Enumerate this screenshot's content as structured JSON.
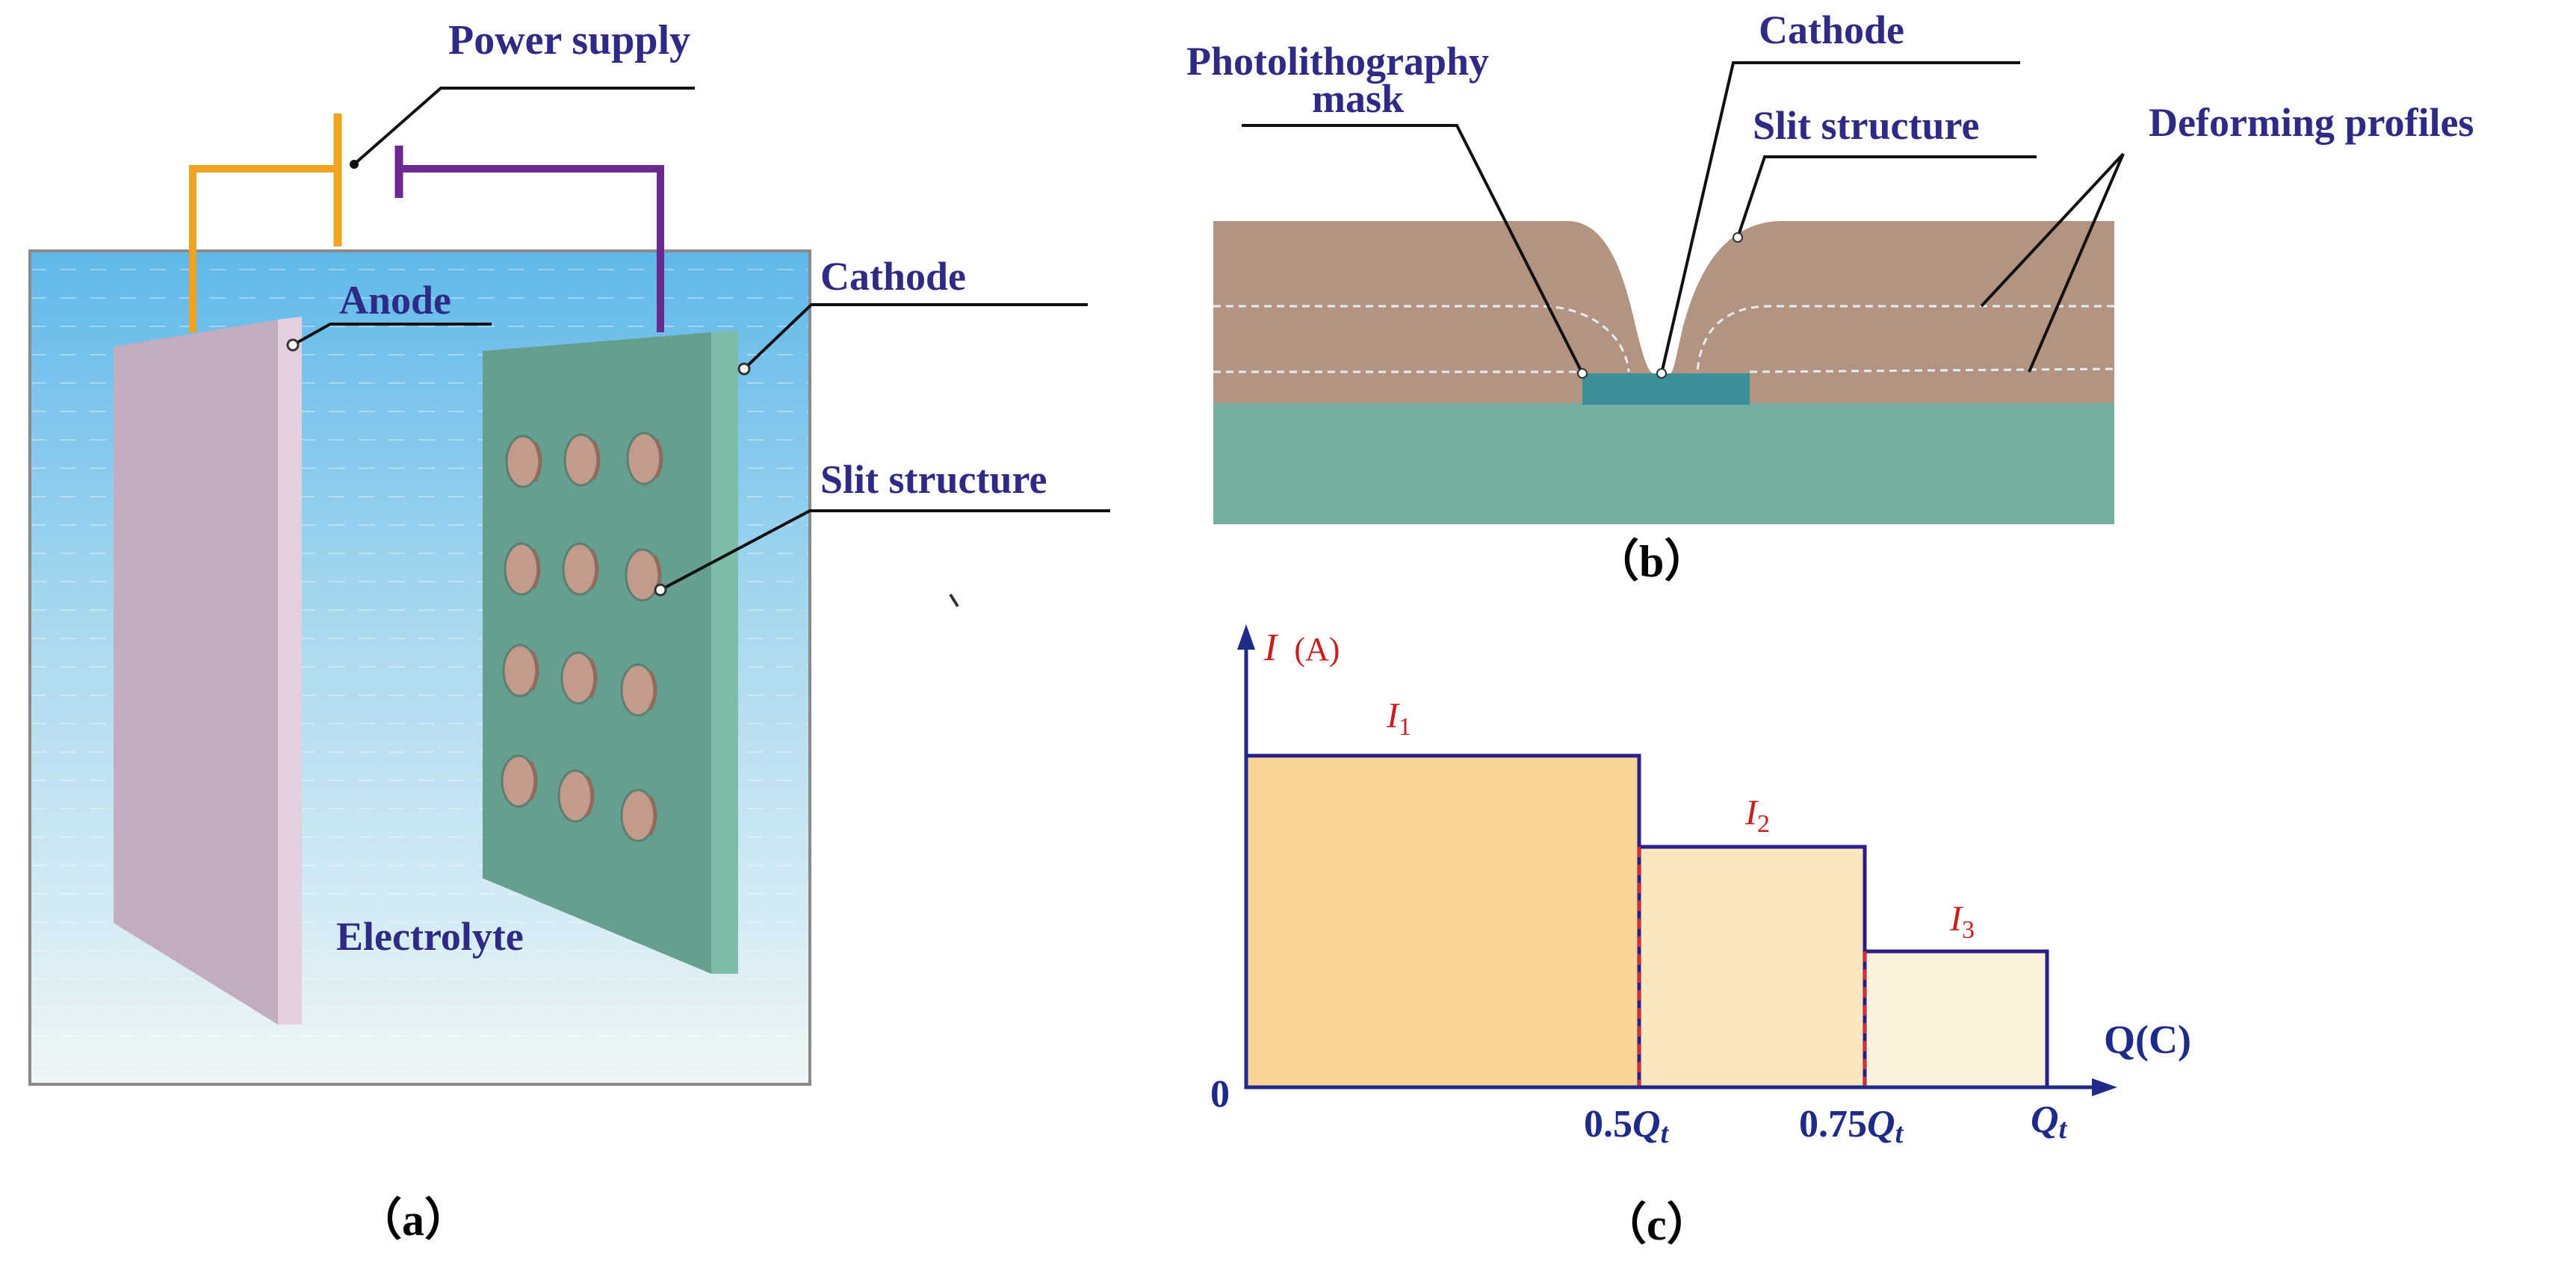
{
  "panel_a": {
    "caption": "（a）",
    "power_supply": "Power supply",
    "anode": "Anode",
    "cathode": "Cathode",
    "slit_structure": "Slit structure",
    "electrolyte": "Electrolyte"
  },
  "panel_b": {
    "caption": "（b）",
    "photolithography_mask_line1": "Photolithography",
    "photolithography_mask_line2": "mask",
    "cathode": "Cathode",
    "slit_structure": "Slit structure",
    "deforming_profiles": "Deforming profiles"
  },
  "panel_c": {
    "caption": "（c）",
    "y_axis_italic": "I",
    "y_axis_unit": "(A)",
    "x_axis_label": "Q(C)",
    "origin": "0",
    "ticks": [
      {
        "prefix": "0.5",
        "var": "Q",
        "sub": "t"
      },
      {
        "prefix": "0.75",
        "var": "Q",
        "sub": "t"
      },
      {
        "prefix": "",
        "var": "Q",
        "sub": "t"
      }
    ],
    "currents": [
      {
        "sym": "I",
        "sub": "1"
      },
      {
        "sym": "I",
        "sub": "2"
      },
      {
        "sym": "I",
        "sub": "3"
      }
    ]
  },
  "colors": {
    "axis": "#1f2a8a",
    "step_edge": "#2a1f8a",
    "fill_1": "#f8d595",
    "fill_2": "#fae6bd",
    "fill_3": "#fcf1dc",
    "dash": "#e0282a",
    "anode": "#c4aec0",
    "cathode": "#6aa090",
    "wire_anode": "#efa31e",
    "wire_cathode": "#6a2a8f",
    "deformed_material": "#b39482",
    "substrate": "#74aea1",
    "mask": "#3a8f99"
  }
}
